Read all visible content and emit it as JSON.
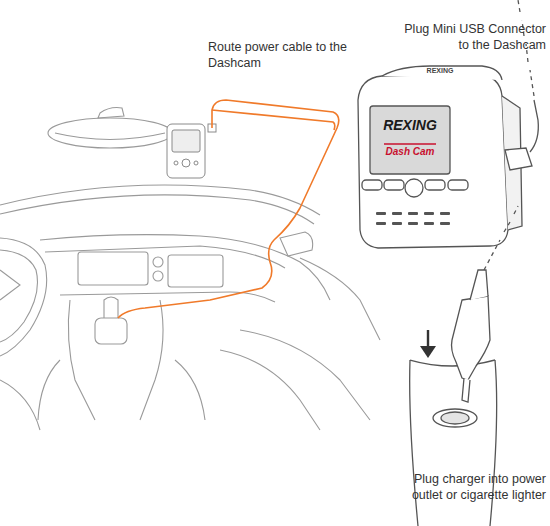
{
  "diagram": {
    "labels": [
      "Route power cable to the Dashcam",
      "Plug Mini USB Connector to the Dashcam",
      "Plug charger into power outlet or cigarette lighter",
      "REXING",
      "Dash Cam",
      "REXING"
    ]
  }
}
